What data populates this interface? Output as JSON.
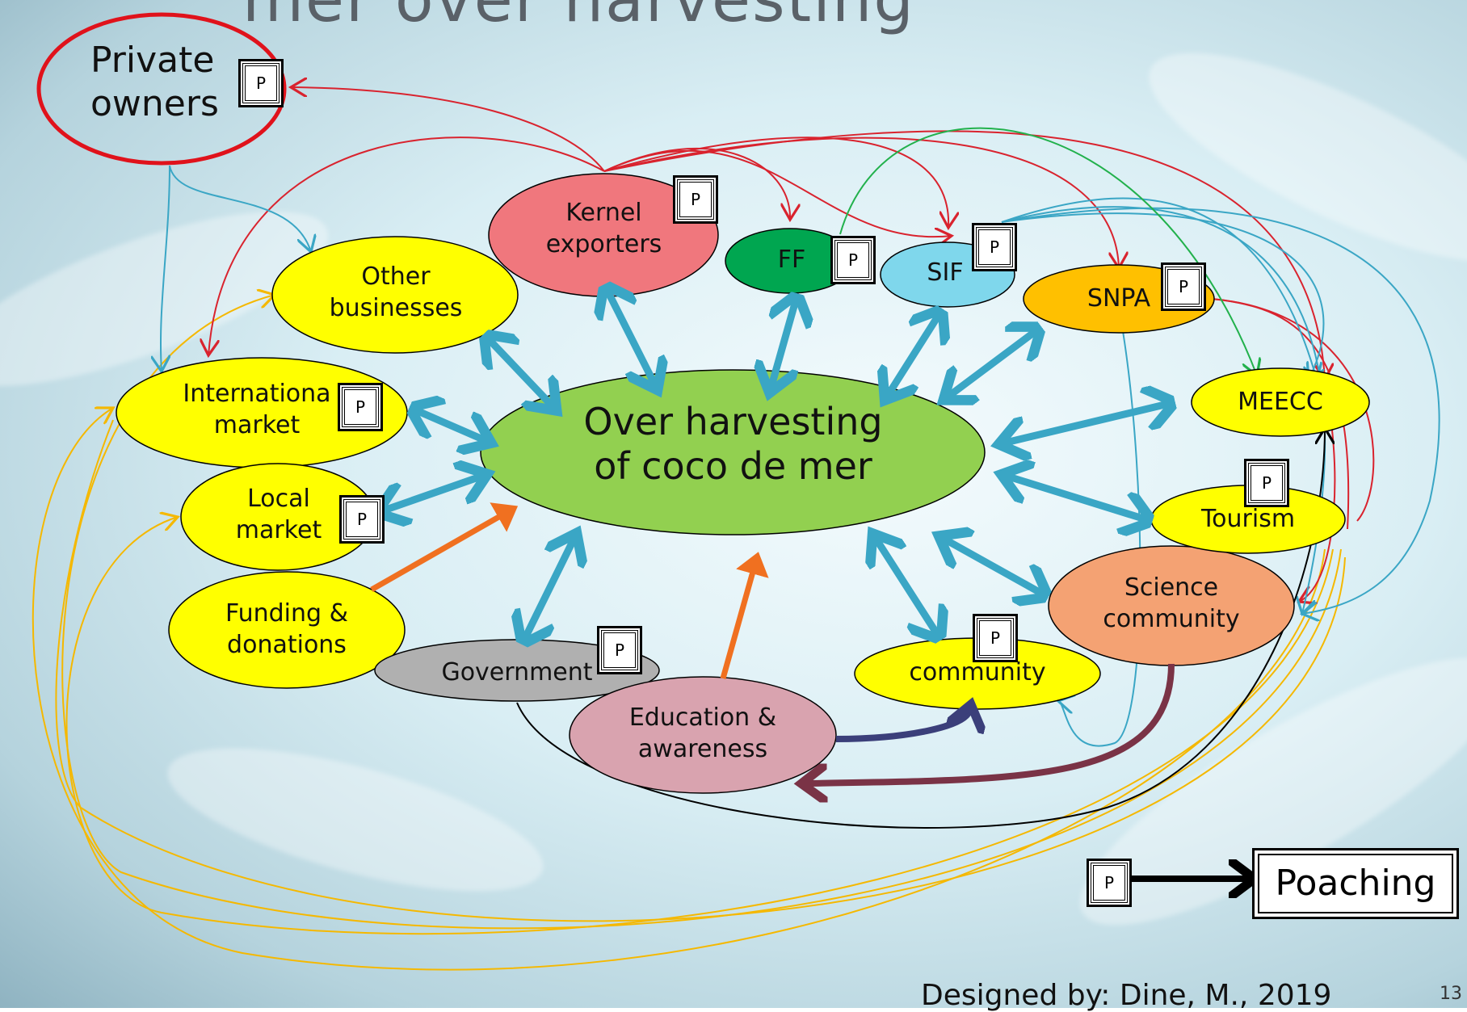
{
  "title": "mer over harvesting",
  "center": "Over harvesting\nof coco de mer",
  "nodes": {
    "private_owners": "Private\nowners",
    "kernel_exporters": "Kernel\nexporters",
    "ff": "FF",
    "sif": "SIF",
    "snpa": "SNPA",
    "other_businesses": "Other\nbusinesses",
    "international_market": "Internationa\nmarket",
    "local_market": "Local\nmarket",
    "funding_donations": "Funding &\ndonations",
    "government": "Government",
    "education_awareness": "Education &\nawareness",
    "community": "community",
    "science_community": "Science\ncommunity",
    "meecc": "MEECC",
    "tourism": "Tourism",
    "poaching": "Poaching"
  },
  "p_marker": "P",
  "credit": "Designed by: Dine, M., 2019",
  "slide_number": "13",
  "colors": {
    "center": "#92d050",
    "yellow": "#ffff00",
    "kernel": "#f0777d",
    "ff": "#00a650",
    "sif": "#7fd7ec",
    "snpa": "#ffc000",
    "government": "#b0b0b0",
    "education": "#d9a3af",
    "science": "#f4a273",
    "bidir_arrow": "#3aa6c5",
    "orange_arrow": "#f07020",
    "red_line": "#d9232e",
    "blue_line": "#3aa6c5",
    "green_line": "#22b14c",
    "yellow_line": "#f5b800",
    "navy_arrow": "#3b3f7a",
    "maroon_arrow": "#7a3346"
  }
}
